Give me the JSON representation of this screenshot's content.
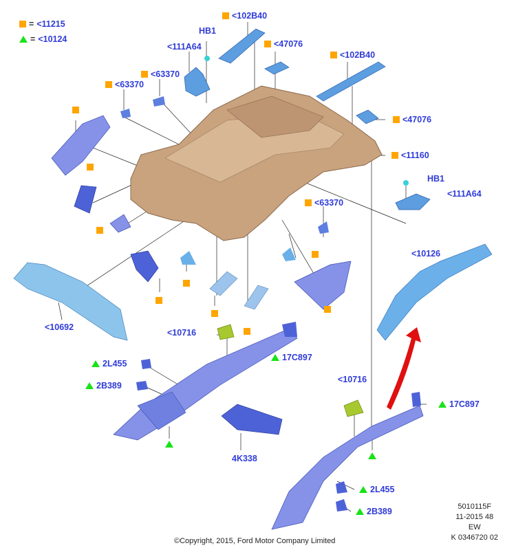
{
  "legend": [
    {
      "symbol": "square",
      "equals": "=",
      "code": "<11215",
      "color": "#ffa500"
    },
    {
      "symbol": "triangle",
      "equals": "=",
      "code": "<10124",
      "color": "#19e219"
    }
  ],
  "callouts": {
    "c1": "<102B40",
    "c2": "HB1",
    "c3": "<47076",
    "c4": "<111A64",
    "c5": "<102B40",
    "c6": "<63370",
    "c7": "<63370",
    "c8": "<47076",
    "c9": "<11160",
    "c10": "HB1",
    "c11": "<111A64",
    "c12": "<63370",
    "c13": "<10126",
    "c14": "<10692",
    "c15": "<10716",
    "c16": "17C897",
    "c17": "2L455",
    "c18": "2B389",
    "c19": "<10716",
    "c20": "17C897",
    "c21": "4K338",
    "c22": "2L455",
    "c23": "2B389"
  },
  "doc_codes": [
    "5010115F",
    "11-2015 48",
    "EW",
    "K 0346720 02"
  ],
  "copyright": "©Copyright, 2015, Ford Motor Company Limited",
  "colors": {
    "label": "#2f3bd8",
    "square": "#ffa500",
    "triangle": "#19e219",
    "floor": "#c9a27e",
    "part": "#6d83e0",
    "arrow": "#e01010"
  }
}
